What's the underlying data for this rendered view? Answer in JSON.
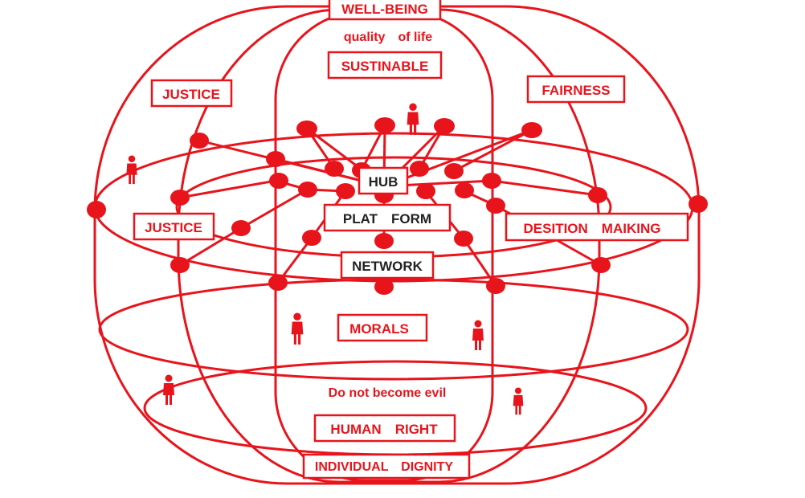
{
  "colors": {
    "primary": "#e8141c",
    "dark_text": "#222222",
    "background": "#ffffff"
  },
  "labels": {
    "well_being": "WELL-BEING",
    "quality_of_life": "quality　of life",
    "sustinable": "SUSTINABLE",
    "justice_top": "JUSTICE",
    "fairness": "FAIRNESS",
    "hub": "HUB",
    "platform": "PLAT　FORM",
    "justice_mid": "JUSTICE",
    "desition_maiking": "DESITION　MAIKING",
    "network": "NETWORK",
    "morals": "MORALS",
    "do_not_become_evil": "Do not become evil",
    "human_right": "HUMAN　RIGHT",
    "individual_dignity": "INDIVIDUAL　DIGNITY"
  },
  "icons": [
    "person-icon",
    "node-dot"
  ]
}
